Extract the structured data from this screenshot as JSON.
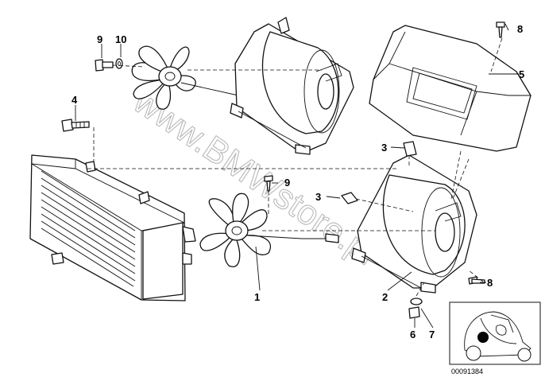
{
  "callouts": [
    {
      "id": "c1",
      "label": "1"
    },
    {
      "id": "c2",
      "label": "2"
    },
    {
      "id": "c3a",
      "label": "3"
    },
    {
      "id": "c3b",
      "label": "3"
    },
    {
      "id": "c4",
      "label": "4"
    },
    {
      "id": "c5",
      "label": "5"
    },
    {
      "id": "c6",
      "label": "6"
    },
    {
      "id": "c7",
      "label": "7"
    },
    {
      "id": "c8a",
      "label": "8"
    },
    {
      "id": "c8b",
      "label": "8"
    },
    {
      "id": "c9a",
      "label": "9"
    },
    {
      "id": "c9b",
      "label": "9"
    },
    {
      "id": "c10",
      "label": "10"
    }
  ],
  "watermark": "www.BMWstore.pl",
  "diagram_code": "00091384"
}
